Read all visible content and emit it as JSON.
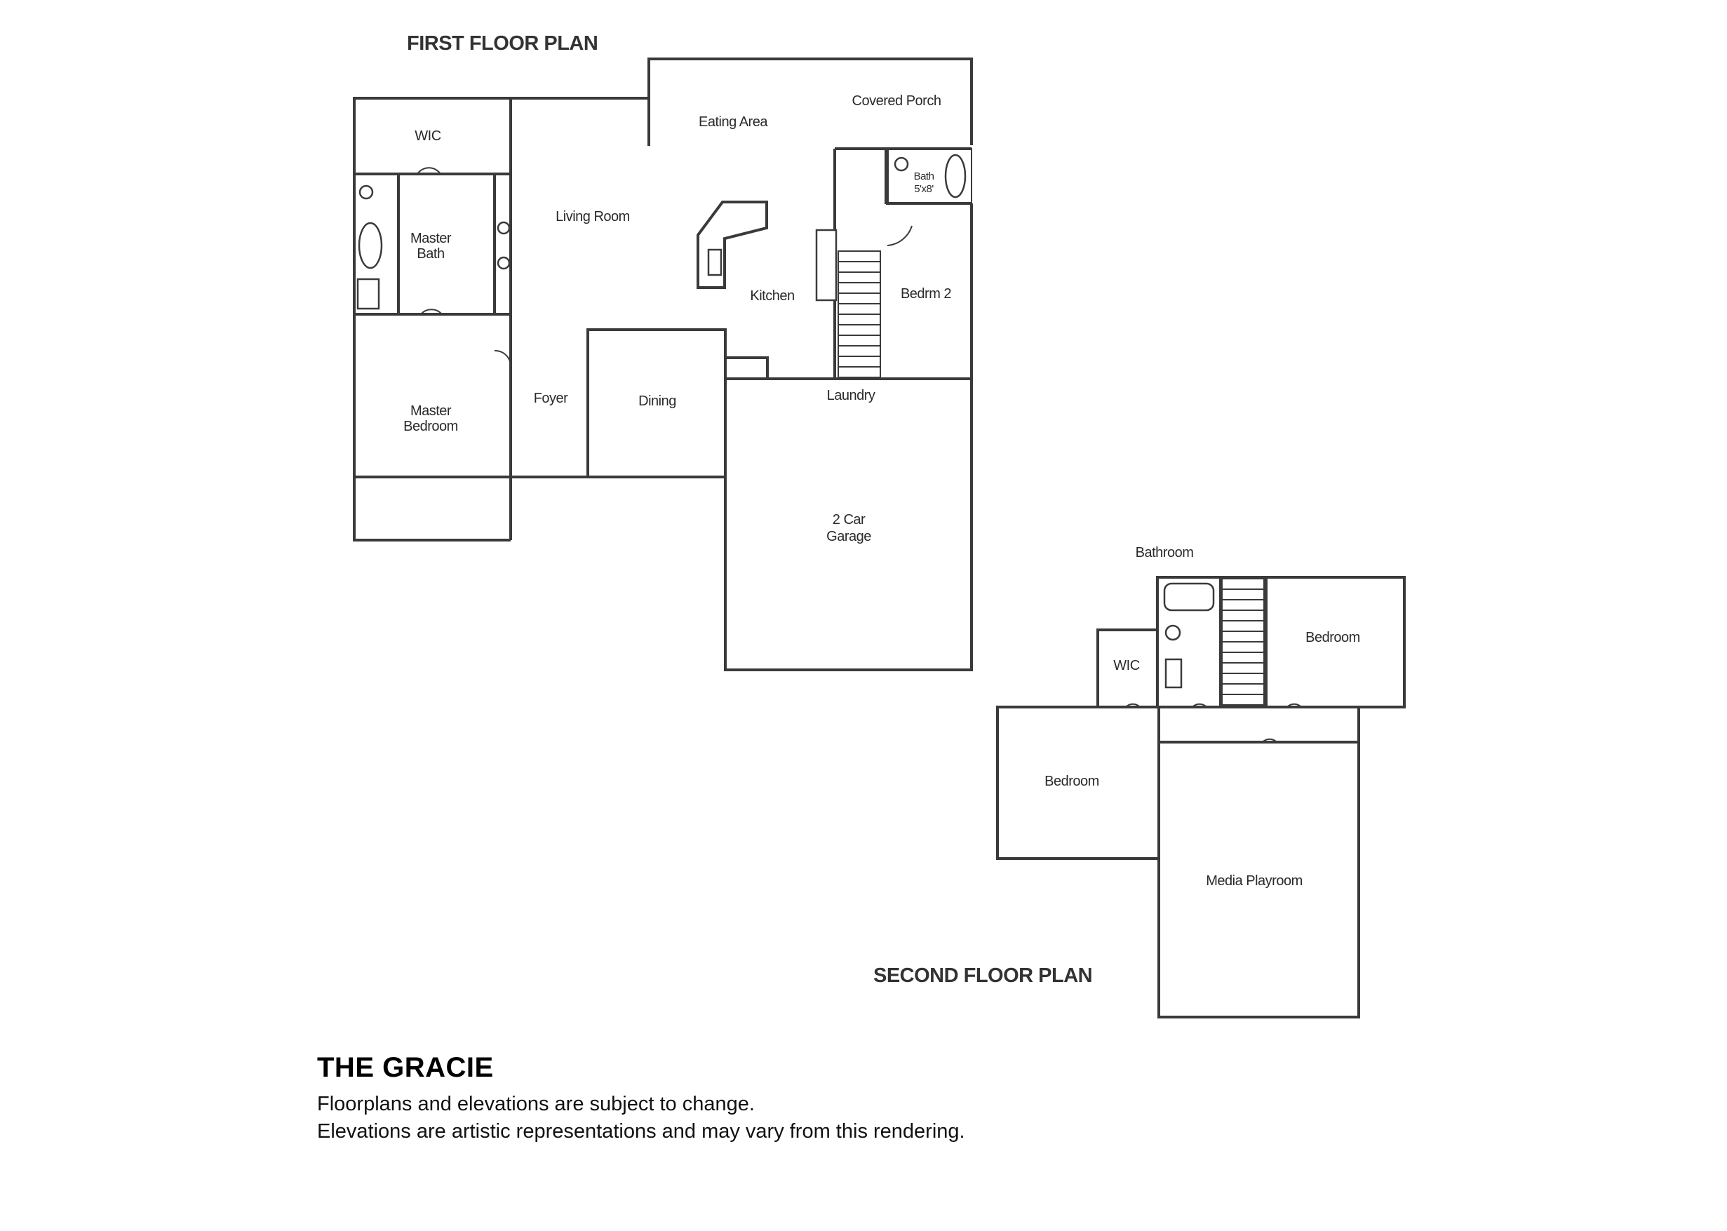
{
  "plans": {
    "first_floor_title": "FIRST FLOOR PLAN",
    "second_floor_title": "SECOND FLOOR PLAN"
  },
  "first_floor_rooms": {
    "wic": "WIC",
    "master_bath_line1": "Master",
    "master_bath_line2": "Bath",
    "master_bedroom_line1": "Master",
    "master_bedroom_line2": "Bedroom",
    "living_room": "Living Room",
    "eating_area": "Eating Area",
    "covered_porch": "Covered Porch",
    "bath_line1": "Bath",
    "bath_line2": "5'x8'",
    "kitchen": "Kitchen",
    "bedroom_2": "Bedrm 2",
    "foyer": "Foyer",
    "dining": "Dining",
    "laundry": "Laundry",
    "garage_line1": "2 Car",
    "garage_line2": "Garage"
  },
  "second_floor_rooms": {
    "bathroom": "Bathroom",
    "wic": "WIC",
    "bedroom_right": "Bedroom",
    "bedroom_left": "Bedroom",
    "media_playroom": "Media Playroom"
  },
  "footer": {
    "title": "THE GRACIE",
    "note_1": "Floorplans and elevations are subject to change.",
    "note_2": "Elevations are artistic representations and may vary from this rendering."
  }
}
